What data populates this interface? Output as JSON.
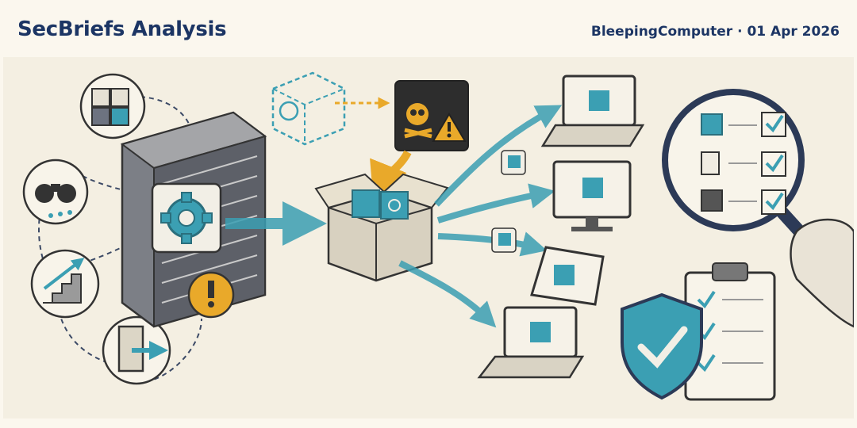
{
  "header": {
    "brand": "SecBriefs Analysis",
    "source": "BleepingComputer",
    "separator": "·",
    "date": "01 Apr 2026"
  },
  "colors": {
    "brand": "#1c3564",
    "teal": "#3b9fb3",
    "warning": "#e9a92a",
    "ink": "#3a3a3a",
    "paper": "#f4efe2"
  },
  "illustration": {
    "icons": [
      "puzzle-icon",
      "binoculars-icon",
      "stairs-arrow-icon",
      "door-exit-icon",
      "server-rack-icon",
      "gear-icon",
      "exclamation-icon",
      "package-outline-icon",
      "malicious-package-icon",
      "skull-icon",
      "warning-triangle-icon",
      "open-box-icon",
      "laptop-icon",
      "monitor-icon",
      "tablet-icon",
      "magnifier-icon",
      "checklist-icon",
      "shield-check-icon",
      "clipboard-icon",
      "hand-icon"
    ]
  }
}
